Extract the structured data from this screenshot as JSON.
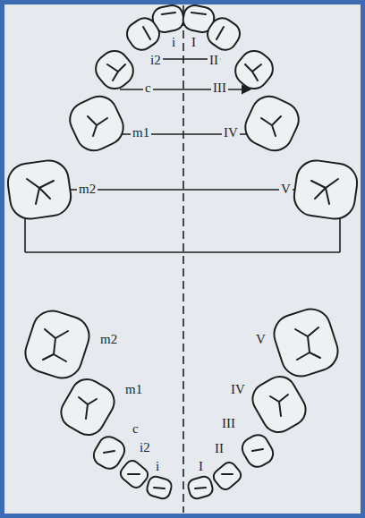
{
  "diagram": {
    "labels": [
      "i",
      "I",
      "i2",
      "II",
      "c",
      "III",
      "m1",
      "IV",
      "m2",
      "V",
      "m2",
      "V",
      "m1",
      "IV",
      "c",
      "III",
      "i2",
      "i",
      "I",
      "II"
    ]
  }
}
